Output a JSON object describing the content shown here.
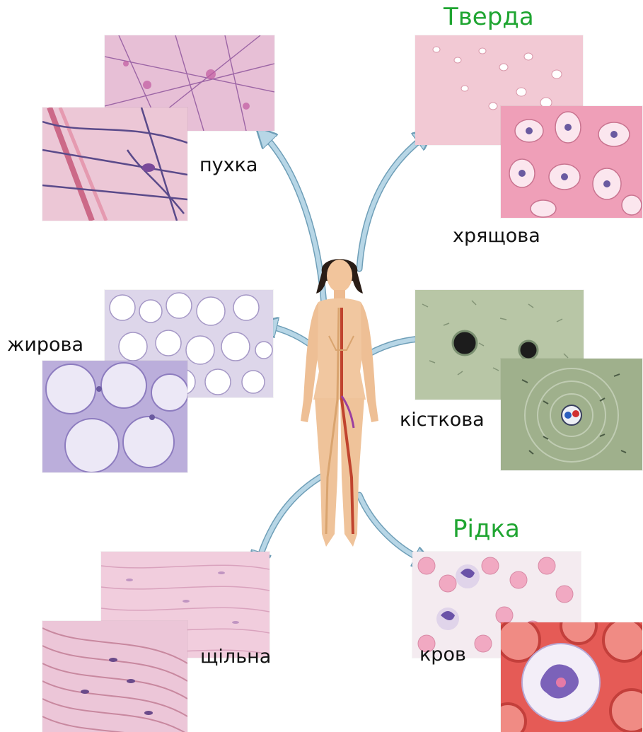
{
  "headings": {
    "solid": "Тверда",
    "liquid": "Рідка"
  },
  "labels": {
    "loose": "пухка",
    "cartilage": "хрящова",
    "adipose": "жирова",
    "bone": "кісткова",
    "dense": "щільна",
    "blood": "кров"
  },
  "colors": {
    "heading_green": "#1fa531",
    "arrow_fill": "#b7d6e6",
    "arrow_stroke": "#6f9fb8"
  }
}
